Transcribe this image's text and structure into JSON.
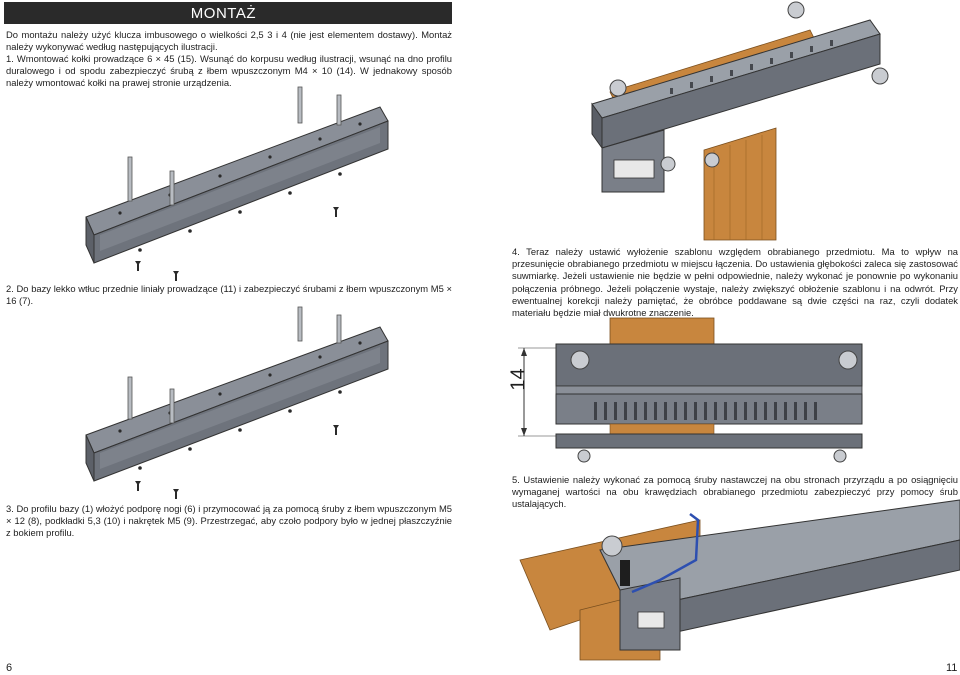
{
  "left_page": {
    "section_title": "MONTAŻ",
    "intro": "Do montażu należy użyć klucza imbusowego o wielkości 2,5 3 i 4 (nie jest elementem dostawy). Montaż należy wykonywać według następujących ilustracji.",
    "step1": "1.  Wmontować kołki prowadzące 6 × 45 (15). Wsunąć do korpusu według ilustracji, wsunąć na dno profilu duralowego i od spodu zabezpieczyć śrubą z łbem wpuszczonym M4 × 10 (14). W jednakowy sposób należy wmontować kołki na prawej stronie urządzenia.",
    "step2": "2.  Do bazy lekko wtłuc przednie liniały prowadzące (11) i zabezpieczyć śrubami z łbem wpuszczonym M5 × 16 (7).",
    "step3": "3.  Do profilu bazy (1) włożyć podporę nogi (6) i przymocować ją za pomocą śruby z łbem wpuszczonym M5 × 12 (8), podkładki 5,3 (10) i nakrętek M5 (9). Przestrzegać, aby czoło podpory było w jednej płaszczyźnie z bokiem profilu.",
    "page_number": "6"
  },
  "right_page": {
    "step4": "4.  Teraz należy ustawić wyłożenie szablonu względem obrabianego przedmiotu. Ma to wpływ na przesunięcie obrabianego przedmiotu w miejscu łączenia. Do ustawienia głębokości zaleca się zastosować suwmiarkę. Jeżeli ustawienie nie będzie w pełni odpowiednie, należy wykonać je ponownie po wykonaniu połączenia próbnego. Jeżeli połączenie wystaje, należy zwiększyć obłożenie szablonu i na odwrót. Przy ewentualnej korekcji należy pamiętać, że obróbce poddawane są dwie części na raz, czyli dodatek materiału będzie miał dwukrotne znaczenie.",
    "dimension_label": "14",
    "step5": "5.  Ustawienie należy wykonać za pomocą śruby nastawczej na obu stronach przyrządu a po osiągnięciu wymaganej wartości na obu krawędziach obrabianego przedmiotu zabezpieczyć przy pomocy śrub ustalających.",
    "page_number": "11"
  },
  "colors": {
    "header_bg": "#2a2a2a",
    "metal": "#6b7079",
    "wood": "#c8863e",
    "hex_key": "#2d4fb0"
  },
  "icons": [
    "dowel-pin-icon",
    "countersunk-screw-icon",
    "knob-icon"
  ]
}
